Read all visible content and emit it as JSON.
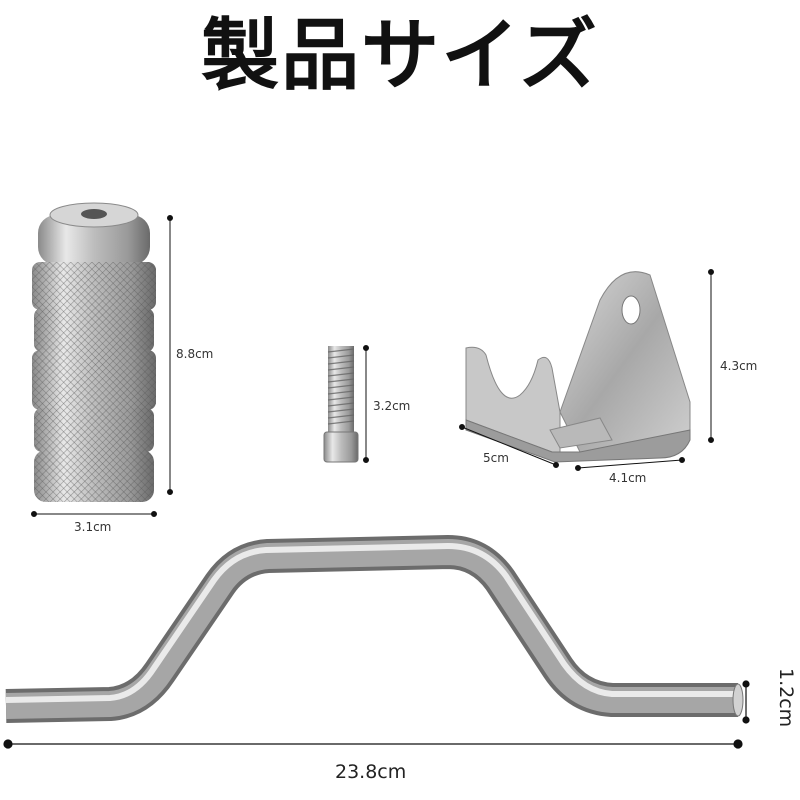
{
  "title": "製品サイズ",
  "dimensions": {
    "handle_height": "8.8cm",
    "handle_width": "3.1cm",
    "screw_length": "3.2cm",
    "bracket_height": "4.3cm",
    "bracket_depth": "5cm",
    "bracket_width": "4.1cm",
    "bar_length": "23.8cm",
    "bar_diameter": "1.2cm"
  },
  "colors": {
    "metal_light": "#e6e6e6",
    "metal_mid": "#b4b4b4",
    "metal_dark": "#6e6e6e",
    "dim_line": "#111111"
  }
}
